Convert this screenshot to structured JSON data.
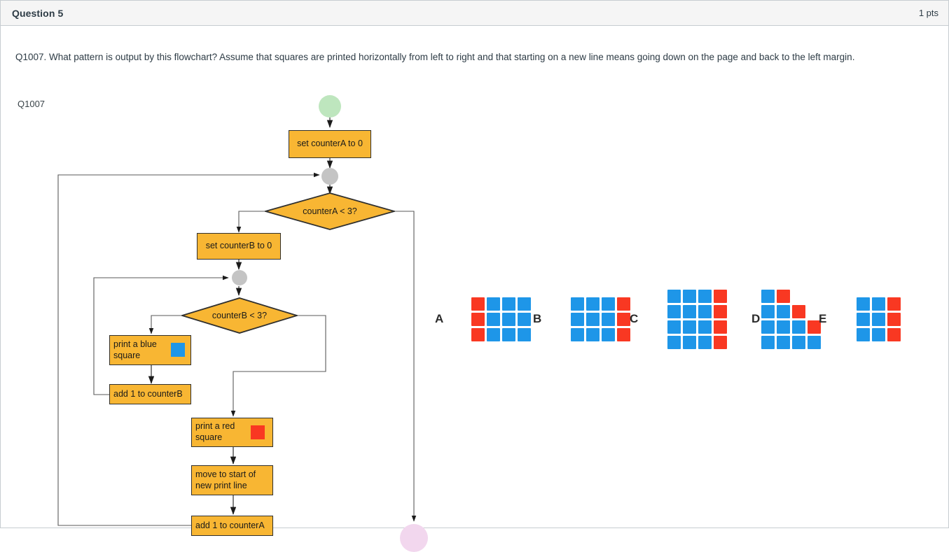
{
  "header": {
    "title": "Question 5",
    "points": "1 pts"
  },
  "question": {
    "text": "Q1007. What pattern is output by this flowchart?  Assume that squares are printed horizontally from left to right and that starting on a new line means going down on the page and back to the left margin."
  },
  "flowchart": {
    "label": "Q1007",
    "start_label": "",
    "end_label": "",
    "colors": {
      "process_fill": "#F8B633",
      "process_stroke": "#30302f",
      "decision_fill": "#F8B633",
      "start_fill": "#BEE6BE",
      "junction_fill": "#C4C4C4",
      "end_fill": "#F2D7EE",
      "connector": "#5a5a5a",
      "blue_square": "#1E96E8",
      "red_square": "#F93822"
    },
    "nodes": [
      {
        "id": "start",
        "type": "terminator",
        "label": ""
      },
      {
        "id": "set_a",
        "type": "process",
        "label": "set counterA to 0"
      },
      {
        "id": "junction_a",
        "type": "junction",
        "label": ""
      },
      {
        "id": "test_a",
        "type": "decision",
        "label": "counterA < 3?"
      },
      {
        "id": "set_b",
        "type": "process",
        "label": "set counterB to 0"
      },
      {
        "id": "junction_b",
        "type": "junction",
        "label": ""
      },
      {
        "id": "test_b",
        "type": "decision",
        "label": "counterB < 3?"
      },
      {
        "id": "print_blue",
        "type": "process",
        "label": "print a blue\nsquare",
        "swatch": "blue"
      },
      {
        "id": "inc_b",
        "type": "process",
        "label": "add 1 to counterB"
      },
      {
        "id": "print_red",
        "type": "process",
        "label": "print a red\n square",
        "swatch": "red"
      },
      {
        "id": "newline",
        "type": "process",
        "label": "move to start of\nnew print line"
      },
      {
        "id": "inc_a",
        "type": "process",
        "label": "add 1 to counterA"
      },
      {
        "id": "end",
        "type": "terminator",
        "label": ""
      }
    ]
  },
  "answers": {
    "blue": "#1E96E8",
    "red": "#F93822",
    "options": [
      {
        "letter": "A",
        "rows": [
          [
            "red",
            "blue",
            "blue",
            "blue"
          ],
          [
            "red",
            "blue",
            "blue",
            "blue"
          ],
          [
            "red",
            "blue",
            "blue",
            "blue"
          ]
        ]
      },
      {
        "letter": "B",
        "rows": [
          [
            "blue",
            "blue",
            "blue",
            "red"
          ],
          [
            "blue",
            "blue",
            "blue",
            "red"
          ],
          [
            "blue",
            "blue",
            "blue",
            "red"
          ]
        ]
      },
      {
        "letter": "C",
        "rows": [
          [
            "blue",
            "blue",
            "blue",
            "red"
          ],
          [
            "blue",
            "blue",
            "blue",
            "red"
          ],
          [
            "blue",
            "blue",
            "blue",
            "red"
          ],
          [
            "blue",
            "blue",
            "blue",
            "red"
          ]
        ]
      },
      {
        "letter": "D",
        "rows": [
          [
            "blue",
            "red",
            "empty",
            "empty"
          ],
          [
            "blue",
            "blue",
            "red",
            "empty"
          ],
          [
            "blue",
            "blue",
            "blue",
            "red"
          ],
          [
            "blue",
            "blue",
            "blue",
            "blue"
          ]
        ]
      },
      {
        "letter": "E",
        "rows": [
          [
            "blue",
            "blue",
            "red"
          ],
          [
            "blue",
            "blue",
            "red"
          ],
          [
            "blue",
            "blue",
            "red"
          ]
        ]
      }
    ]
  }
}
